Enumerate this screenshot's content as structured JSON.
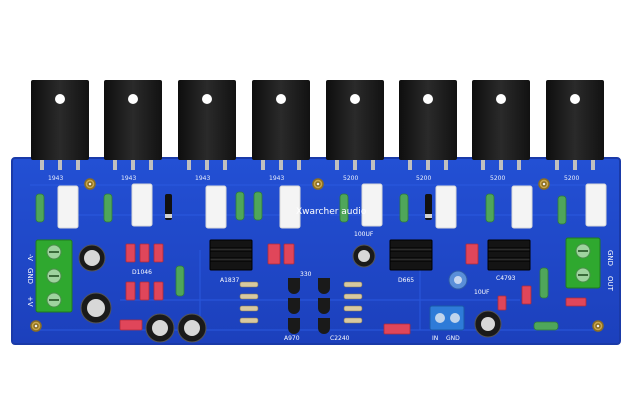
{
  "transistor_labels": [
    "1943",
    "1943",
    "1943",
    "1943",
    "5200",
    "5200",
    "5200",
    "5200"
  ],
  "labels": {
    "brand": "Xwarcher audio",
    "d1046": "D1046",
    "a1837": "A1837",
    "c4793": "C4793",
    "cap_100uf": "100UF",
    "cap_10uf": "10UF",
    "part_330": "330",
    "d665": "D665",
    "a970": "A970",
    "c2240": "C2240",
    "in": "IN",
    "gnd": "GND",
    "out": "OUT",
    "minus_v": "-V",
    "plus_v": "+V",
    "gnd_left": "GND",
    "gnd_right": "GND"
  },
  "colors": {
    "board": "#1f47c8",
    "board_edge": "#1a3aa8",
    "transistor": "#1c1c1c",
    "heatsink": "#141414",
    "terminal_green": "#2fa82f",
    "terminal_blue": "#2e7bd8",
    "resistor_red": "#e0465a",
    "resistor_green": "#4fa65a",
    "cap_black": "#1a1a1a",
    "cap_blue": "#5a8fd8",
    "gold": "#c9a64a"
  }
}
